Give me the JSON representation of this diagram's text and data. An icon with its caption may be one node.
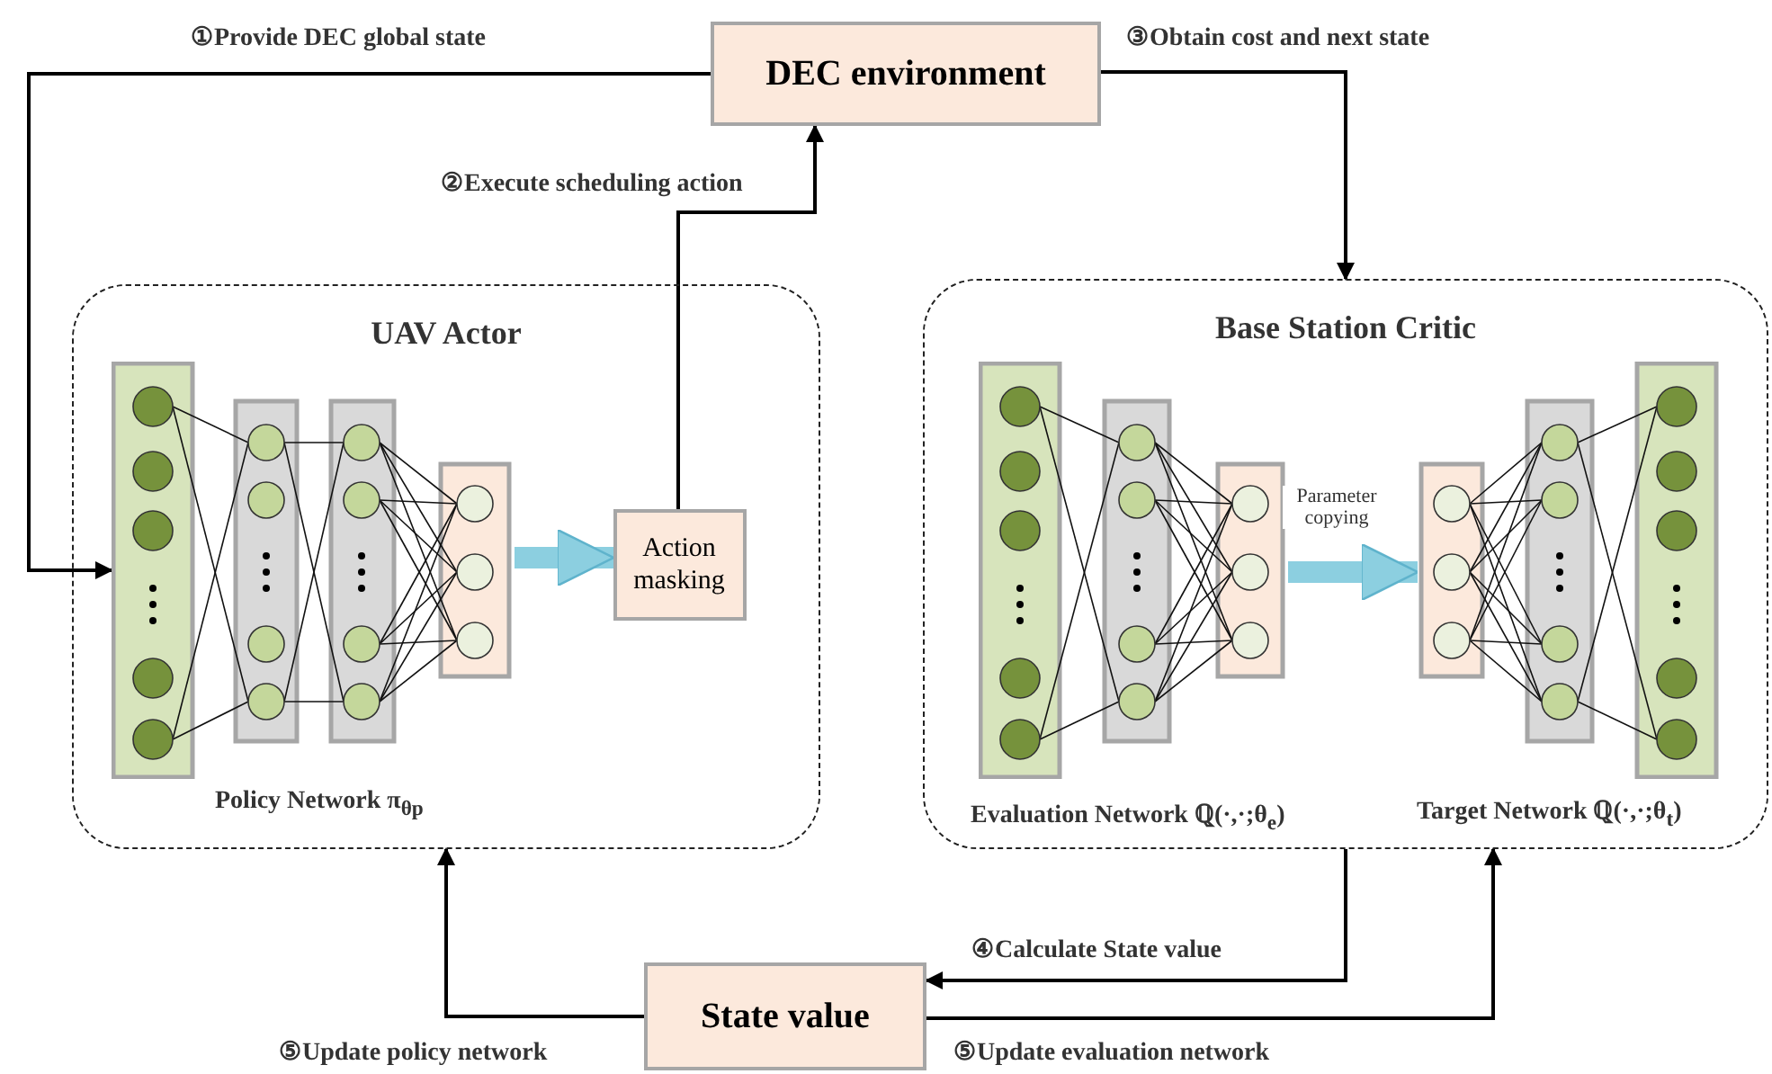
{
  "diagram": {
    "nodes": [
      {
        "text": [
          "DEC environment"
        ]
      },
      {
        "text": [
          "UAV Actor"
        ]
      },
      {
        "text": [],
        "shape": "picture",
        "in": 1,
        "beside": [
          "Policy Network π$_{θp}$"
        ]
      },
      {
        "text": [
          "Action masking"
        ],
        "in": 1
      },
      {
        "text": [
          "Base Station Critic"
        ]
      },
      {
        "text": [],
        "shape": "picture",
        "in": 4,
        "beside": [
          "Evaluation Network ℚ(·,·;θ$_{e}$)"
        ]
      },
      {
        "text": [],
        "shape": "picture",
        "in": 4,
        "beside": [
          "Target Network ℚ(·,·;θ$_{t}$)"
        ]
      },
      {
        "text": [
          "State value"
        ]
      }
    ],
    "edges": [
      {
        "from": 0,
        "to": 2,
        "arrow": "to",
        "label": "①Provide DEC global state"
      },
      {
        "from": 3,
        "to": 0,
        "arrow": "to",
        "label": "②Execute scheduling action"
      },
      {
        "from": 0,
        "to": 4,
        "arrow": "to",
        "label": "③Obtain cost and next state"
      },
      {
        "from": 2,
        "to": 3,
        "arrow": "to",
        "style": "thick",
        "color": "#8ccfe0"
      },
      {
        "from": 5,
        "to": 6,
        "arrow": "to",
        "style": "thick",
        "color": "#8ccfe0",
        "label": "Parameter copying"
      },
      {
        "from": 4,
        "to": 7,
        "arrow": "to",
        "label": "④Calculate State value"
      },
      {
        "from": 7,
        "to": 4,
        "arrow": "to",
        "label": "⑤Update evaluation network"
      },
      {
        "from": 7,
        "to": 1,
        "arrow": "to",
        "label": "⑤Update policy network"
      }
    ]
  }
}
